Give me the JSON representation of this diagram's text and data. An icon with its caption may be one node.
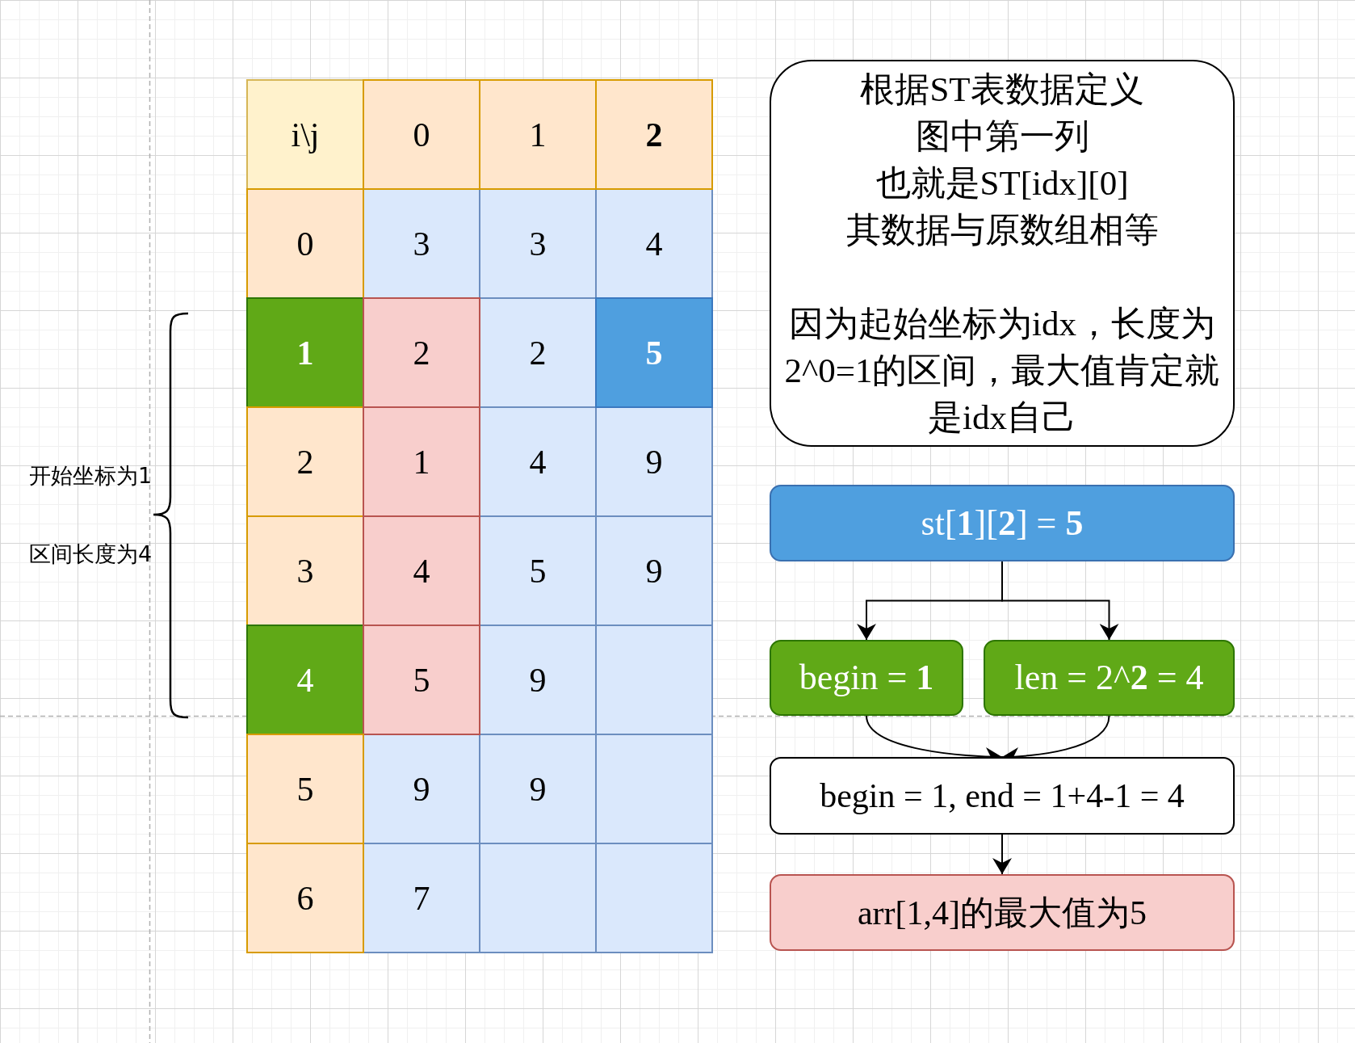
{
  "diagram": {
    "nodes": [
      {
        "text": [
          "根据ST表数据定义",
          "图中第一列",
          "也就是ST[idx][0]",
          "其数据与原数组相等",
          "因为起始坐标为idx，长度为2^0=1的区间，最大值肯定就是idx自己"
        ]
      },
      {
        "text": [
          "st[**1**][**2**] = **5**"
        ]
      },
      {
        "text": [
          "begin = **1**"
        ]
      },
      {
        "text": [
          "len = 2^**2** = 4"
        ]
      },
      {
        "text": [
          "begin = 1, end = 1+4-1 = 4"
        ]
      },
      {
        "text": [
          "arr[1,4]的最大值为5"
        ]
      }
    ],
    "edges": [
      {
        "from": 1,
        "to": 2,
        "arrow": "to"
      },
      {
        "from": 1,
        "to": 3,
        "arrow": "to"
      },
      {
        "from": 2,
        "to": 4,
        "arrow": "to"
      },
      {
        "from": 3,
        "to": 4,
        "arrow": "to"
      },
      {
        "from": 4,
        "to": 5,
        "arrow": "to"
      }
    ],
    "labels": [
      "i\\j",
      "0",
      "1",
      "2",
      "0",
      "3",
      "3",
      "4",
      "1",
      "2",
      "2",
      "5",
      "2",
      "1",
      "4",
      "9",
      "3",
      "4",
      "5",
      "9",
      "4",
      "5",
      "9",
      "5",
      "9",
      "9",
      "6",
      "7",
      "开始坐标为1",
      "区间长度为4"
    ]
  }
}
